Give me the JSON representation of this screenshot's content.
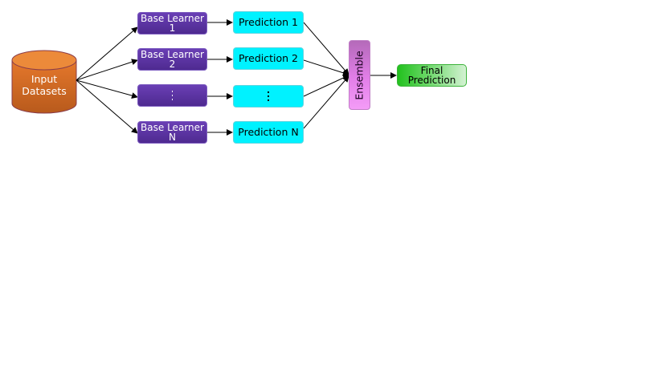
{
  "input": {
    "label_line1": "Input",
    "label_line2": "Datasets",
    "color": "#e67a2e"
  },
  "learners": [
    {
      "line1": "Base Learner",
      "line2": "1"
    },
    {
      "line1": "Base Learner",
      "line2": "2"
    },
    {
      "line1": "",
      "line2": "",
      "ellipsis": true
    },
    {
      "line1": "Base Learner",
      "line2": "N"
    }
  ],
  "predictions": [
    {
      "label": "Prediction 1"
    },
    {
      "label": "Prediction 2"
    },
    {
      "label": "",
      "ellipsis": true
    },
    {
      "label": "Prediction N"
    }
  ],
  "ensemble": {
    "label": "Ensemble"
  },
  "final": {
    "line1": "Final",
    "line2": "Prediction"
  },
  "colors": {
    "learner": "#5a33a0",
    "prediction": "#00f2ff",
    "ensemble": "#e27ee8",
    "final": "#22c11e"
  }
}
